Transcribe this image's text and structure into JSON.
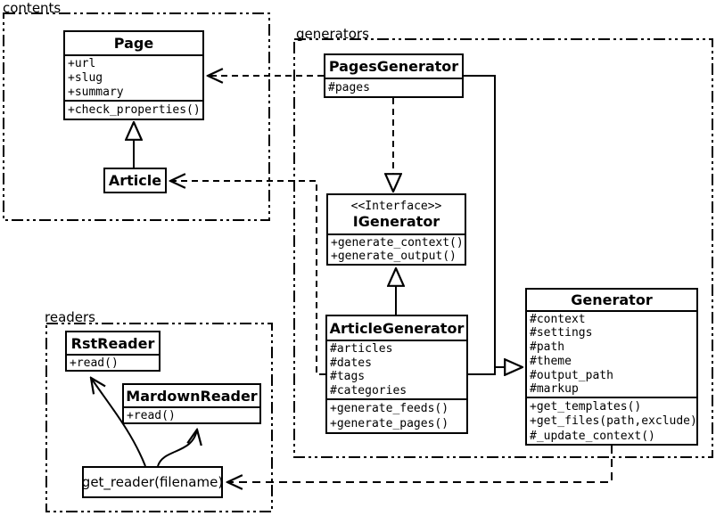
{
  "diagram_type": "uml-class-diagram",
  "colors": {
    "stroke": "#000000",
    "background": "#ffffff"
  },
  "packages": {
    "contents": {
      "label": "contents"
    },
    "generators": {
      "label": "generators"
    },
    "readers": {
      "label": "readers"
    }
  },
  "classes": {
    "page": {
      "name": "Page",
      "attributes": [
        "+url",
        "+slug",
        "+summary"
      ],
      "methods": [
        "+check_properties()"
      ]
    },
    "article": {
      "name": "Article"
    },
    "pages_generator": {
      "name": "PagesGenerator",
      "attributes": [
        "#pages"
      ]
    },
    "igenerator": {
      "stereotype": "<<Interface>>",
      "name": "IGenerator",
      "methods": [
        "+generate_context()",
        "+generate_output()"
      ]
    },
    "article_generator": {
      "name": "ArticleGenerator",
      "attributes": [
        "#articles",
        "#dates",
        "#tags",
        "#categories"
      ],
      "methods": [
        "+generate_feeds()",
        "+generate_pages()"
      ]
    },
    "generator": {
      "name": "Generator",
      "attributes": [
        "#context",
        "#settings",
        "#path",
        "#theme",
        "#output_path",
        "#markup"
      ],
      "methods": [
        "+get_templates()",
        "+get_files(path,exclude)",
        "#_update_context()"
      ]
    },
    "rst_reader": {
      "name": "RstReader",
      "methods": [
        "+read()"
      ]
    },
    "mardown_reader": {
      "name": "MardownReader",
      "methods": [
        "+read()"
      ]
    },
    "get_reader": {
      "name": "get_reader(filename)"
    }
  }
}
